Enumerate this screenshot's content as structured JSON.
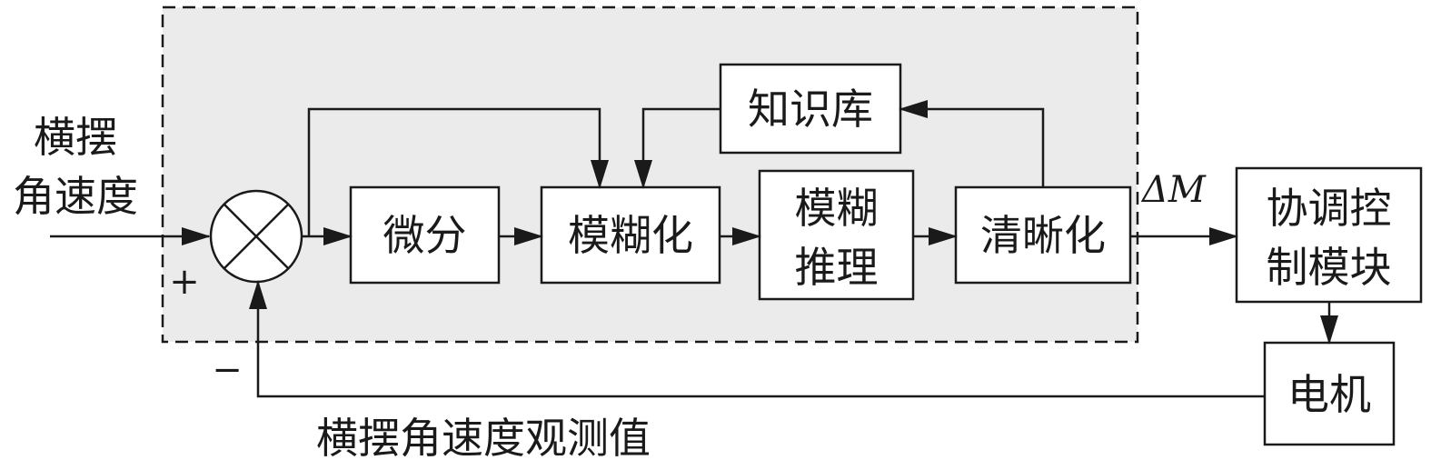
{
  "input_label": [
    "横摆",
    "角速度"
  ],
  "plus_sign": "+",
  "minus_sign": "−",
  "blocks": {
    "differential": "微分",
    "fuzzification": "模糊化",
    "fuzzy_inference": [
      "模糊",
      "推理"
    ],
    "defuzzification": "清晰化",
    "knowledge_base": "知识库",
    "coordination": [
      "协调控",
      "制模块"
    ],
    "motor": "电机"
  },
  "output_signal": "ΔM",
  "feedback_label": "横摆角速度观测值",
  "colors": {
    "controller_bg": "#ebebeb",
    "line": "#1a1a1a"
  }
}
